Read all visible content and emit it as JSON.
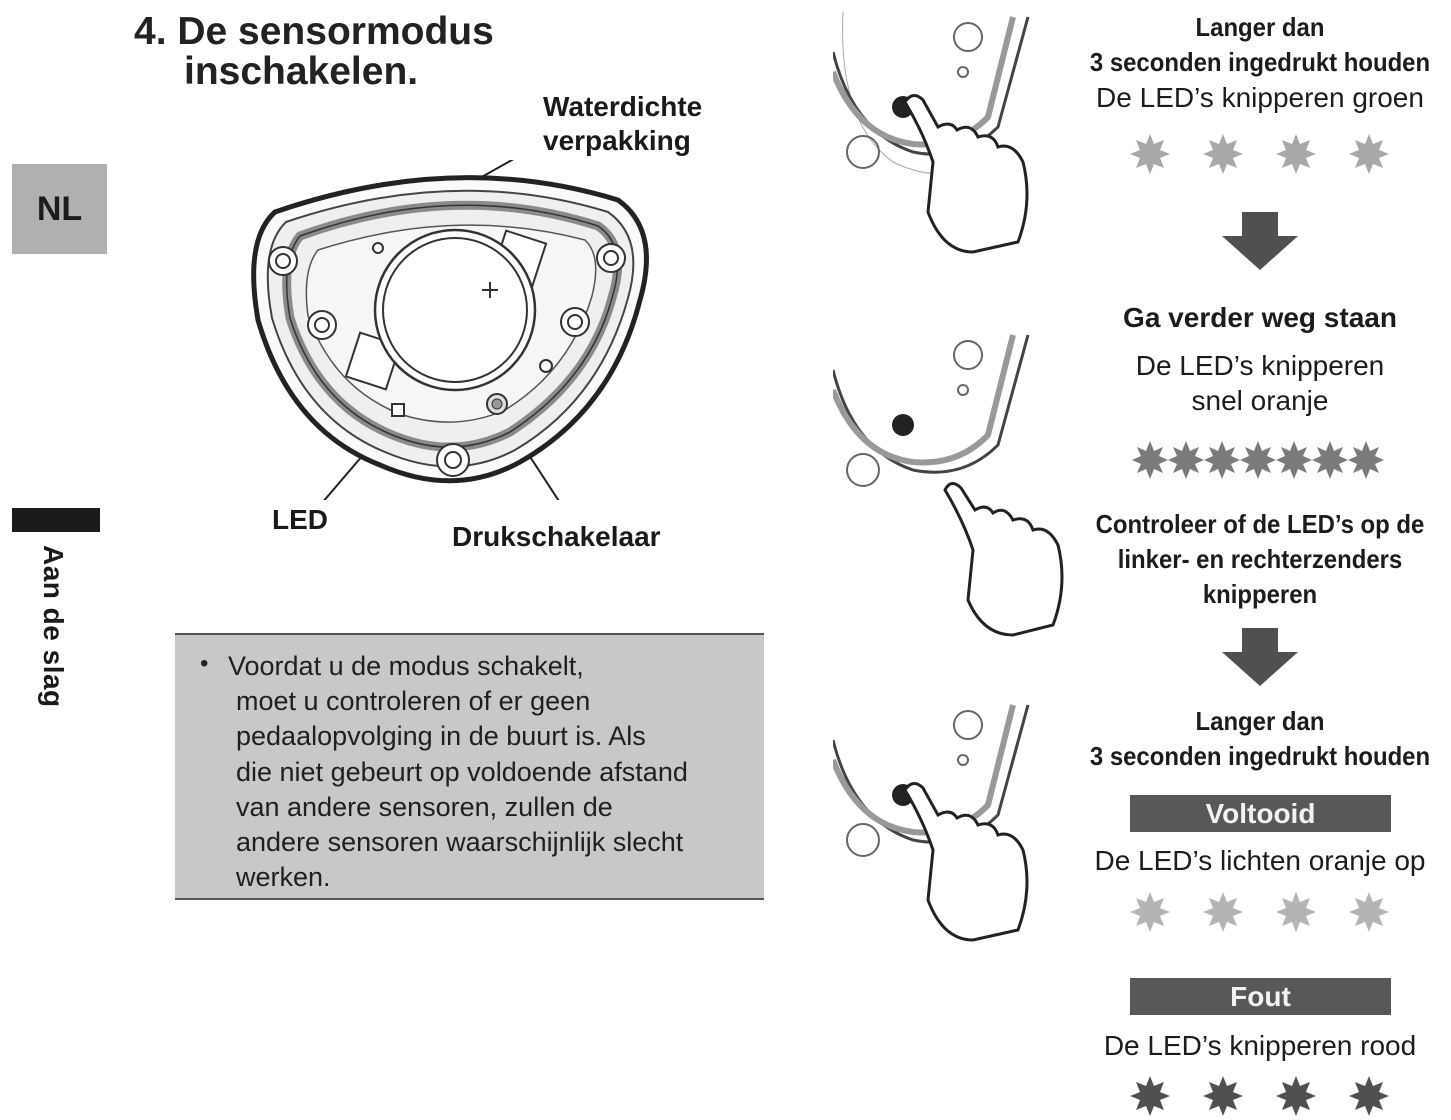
{
  "page": {
    "title_line1": "4. De sensormodus",
    "title_line2": "inschakelen.",
    "language_tab": "NL",
    "section_label": "Aan de slag"
  },
  "diagram": {
    "label_waterproof_line1": "Waterdichte",
    "label_waterproof_line2": "verpakking",
    "label_led": "LED",
    "label_push_switch": "Drukschakelaar"
  },
  "note": {
    "bullet": "•",
    "lines": [
      "Voordat u de modus schakelt,",
      "moet u controleren of er geen",
      "pedaalopvolging in de buurt is. Als",
      "die niet gebeurt op voldoende afstand",
      "van andere sensoren, zullen de",
      "andere sensoren waarschijnlijk slecht",
      "werken."
    ]
  },
  "steps": {
    "step1": {
      "line1": "Langer dan",
      "line2": "3 seconden ingedrukt houden",
      "result": "De LED’s knipperen groen",
      "led_color": "#9a9a9a",
      "blink_count": 4
    },
    "step2": {
      "heading": "Ga verder weg staan",
      "result_line1": "De LED’s knipperen",
      "result_line2": "snel oranje",
      "blink_count": 7,
      "check_line1": "Controleer of de LED’s op de",
      "check_line2": "linker- en rechterzenders",
      "check_line3": "knipperen"
    },
    "step3": {
      "line1": "Langer dan",
      "line2": "3 seconden ingedrukt houden"
    },
    "outcomes": {
      "done_badge": "Voltooid",
      "done_text": "De LED’s lichten oranje op",
      "error_badge": "Fout",
      "error_text": "De LED’s knipperen rood"
    }
  },
  "colors": {
    "accent_gray": "#585858",
    "note_background": "#c8c8c8",
    "led_light": "#a6a6a6",
    "led_dark": "#505050"
  }
}
